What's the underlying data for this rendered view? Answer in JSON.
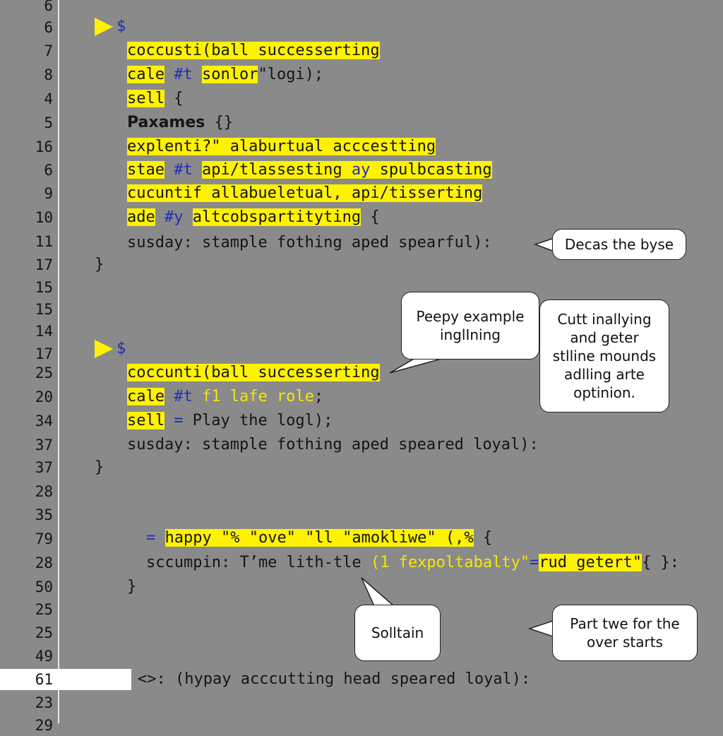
{
  "line_numbers": [
    "6",
    "6",
    "7",
    "8",
    "4",
    "5",
    "16",
    "6",
    "9",
    "10",
    "11",
    "17",
    "15",
    "15",
    "14",
    "17",
    "25",
    "20",
    "34",
    "37",
    "37",
    "28",
    "35",
    "79",
    "28",
    "50",
    "25",
    "25",
    "49",
    "61",
    "23",
    "29"
  ],
  "block1": {
    "prompt": "$",
    "l1": "coccusti(ball successerting",
    "l2a": "cale",
    "l2b": " #t ",
    "l2c": "sonlor",
    "l2d": "\"logi);",
    "l3a": "sell",
    "l3b": " {",
    "l4a": "Paxames",
    "l4b": " {}",
    "l5": "explenti?\" alaburtual acccestting",
    "l6a": "stae",
    "l6b": " #t ",
    "l6c": "api/tlassesting",
    "l6d": " ay ",
    "l6e": "spulbcasting",
    "l7": "cucuntif allabueletual, api/tisserting",
    "l8a": "ade",
    "l8b": " #y ",
    "l8c": "altcobspartityting",
    "l8d": " {",
    "l9": "susday: stample fothing aped spearful):",
    "l10": "}"
  },
  "block2": {
    "prompt": "$",
    "l1": "coccunti(ball successerting",
    "l2a": "cale",
    "l2b": " #t ",
    "l2c": "f1 lafe role",
    "l2d": ";",
    "l3a": "sell",
    "l3b": " = ",
    "l3c": "Play the logl);",
    "l4": "susday: stample fothing aped speared loyal):",
    "l5": "}"
  },
  "block3": {
    "l1a": "= ",
    "l1b": "happy \"% \"ove\" \"ll \"amokliwe\" (,%",
    "l1c": " {",
    "l2a": "sccumpin: T’me lith-tle ",
    "l2b": "(1 fexpoltabalty\"",
    "l2c": "=",
    "l2d": "rud getert\"",
    "l2e": "{ }:",
    "l3": "}"
  },
  "current_line": "<>: (hypay acccutting head speared loyal):",
  "bubbles": {
    "b1": "Decas the byse",
    "b2": "Peepy example inglIning",
    "b3": "Cutt inallying and geter stlline mounds adlling arte optinion.",
    "b4": "Solltain",
    "b5": "Part twe for the over starts"
  }
}
